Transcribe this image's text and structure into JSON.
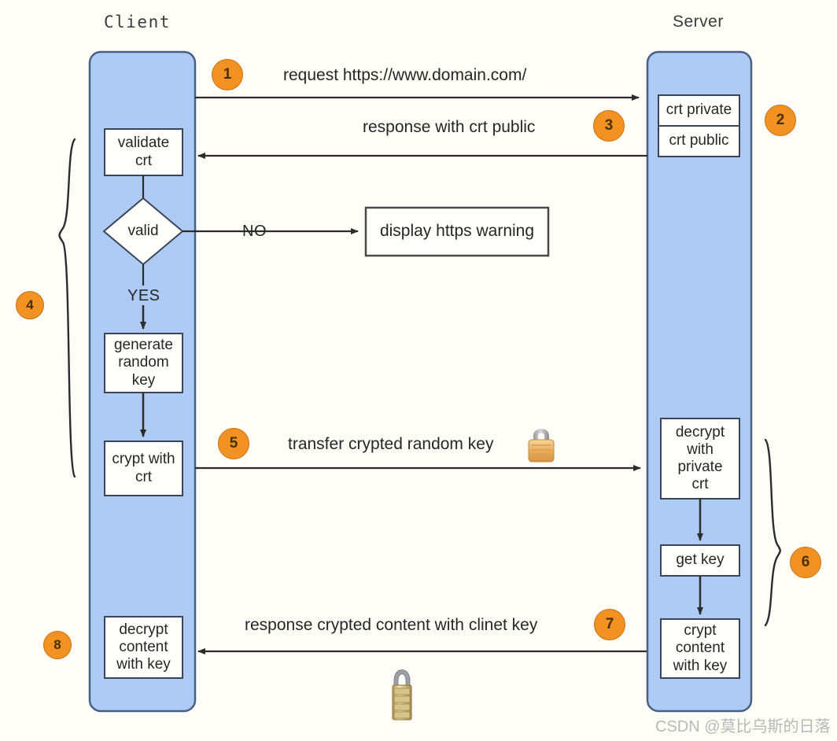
{
  "diagram": {
    "title": "HTTPS handshake sequence diagram",
    "background_color": "#fffdf7",
    "lane_fill": "#aecbf5",
    "lane_stroke": "#4a5f82",
    "badge_color": "#f29222",
    "node_fill": "#fffffc",
    "node_stroke": "#3a4556",
    "line_color": "#333333"
  },
  "lanes": [
    {
      "id": "client",
      "title": "Client"
    },
    {
      "id": "server",
      "title": "Server"
    }
  ],
  "client_nodes": [
    {
      "id": "validate-crt",
      "text": "validate\ncrt"
    },
    {
      "id": "valid-decision",
      "text": "valid"
    },
    {
      "id": "generate-random-key",
      "text": "generate\nrandom\nkey"
    },
    {
      "id": "crypt-with-crt",
      "text": "crypt with\ncrt"
    },
    {
      "id": "decrypt-content-with-key",
      "text": "decrypt\ncontent\nwith key"
    }
  ],
  "server_nodes": [
    {
      "id": "crt-private",
      "text": "crt private"
    },
    {
      "id": "crt-public",
      "text": "crt public"
    },
    {
      "id": "decrypt-with-private-crt",
      "text": "decrypt\nwith\nprivate\ncrt"
    },
    {
      "id": "get-key",
      "text": "get key"
    },
    {
      "id": "crypt-content-with-key",
      "text": "crypt\ncontent\nwith key"
    }
  ],
  "external_nodes": [
    {
      "id": "display-https-warning",
      "text": "display https warning"
    }
  ],
  "edge_labels": [
    {
      "id": "request",
      "text": "request https://www.domain.com/"
    },
    {
      "id": "response-crt-public",
      "text": "response with crt public"
    },
    {
      "id": "transfer-crypted-key",
      "text": "transfer crypted random key"
    },
    {
      "id": "response-crypted-content",
      "text": "response crypted content with clinet key"
    }
  ],
  "branch_labels": [
    {
      "id": "no-branch",
      "text": "NO"
    },
    {
      "id": "yes-branch",
      "text": "YES"
    }
  ],
  "badges": [
    {
      "id": "step-1",
      "number": "1"
    },
    {
      "id": "step-2",
      "number": "2"
    },
    {
      "id": "step-3",
      "number": "3"
    },
    {
      "id": "step-4",
      "number": "4"
    },
    {
      "id": "step-5",
      "number": "5"
    },
    {
      "id": "step-6",
      "number": "6"
    },
    {
      "id": "step-7",
      "number": "7"
    },
    {
      "id": "step-8",
      "number": "8"
    }
  ],
  "icons": [
    {
      "id": "padlock-inline",
      "name": "padlock-icon"
    },
    {
      "id": "padlock-bottom",
      "name": "combination-padlock-icon"
    }
  ],
  "watermark": {
    "text": "CSDN @莫比乌斯的日落"
  }
}
